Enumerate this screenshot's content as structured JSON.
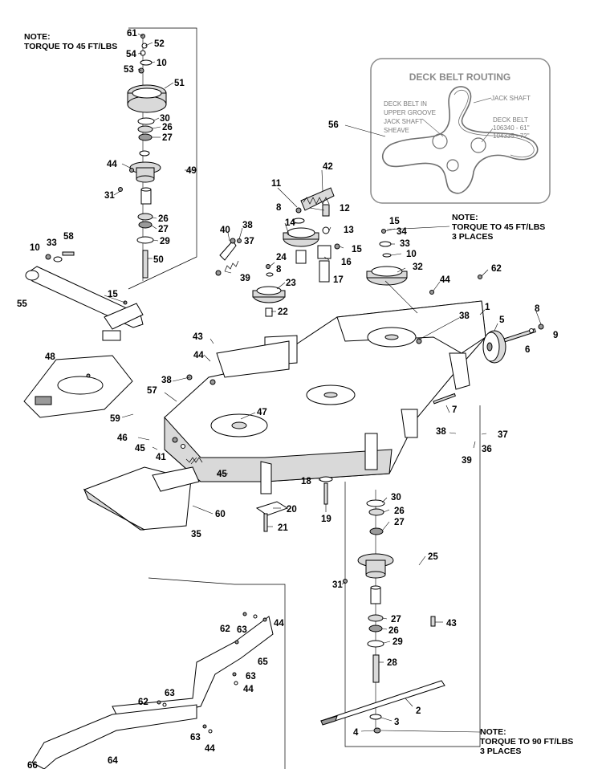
{
  "notes": {
    "top_left": "NOTE:\nTORQUE TO 45 FT/LBS",
    "middle_right": "NOTE:\nTORQUE TO 45 FT/LBS\n3 PLACES",
    "bottom_right": "NOTE:\nTORQUE TO 90 FT/LBS\n3 PLACES"
  },
  "inset": {
    "title": "DECK BELT ROUTING",
    "upper_groove_text": "DECK BELT IN\nUPPER GROOVE\nJACK SHAFT\nSHEAVE",
    "jack_shaft_label": "JACK SHAFT",
    "deck_belt_label": "DECK BELT\n106340 - 61\"\n104335 - 72\""
  },
  "callouts": {
    "c61": "61",
    "c52": "52",
    "c54": "54",
    "c10a": "10",
    "c53": "53",
    "c51": "51",
    "c30a": "30",
    "c26a": "26",
    "c27a": "27",
    "c44a": "44",
    "c49": "49",
    "c31a": "31",
    "c26b": "26",
    "c27b": "27",
    "c29a": "29",
    "c50": "50",
    "c10b": "10",
    "c33a": "33",
    "c58": "58",
    "c55": "55",
    "c15a": "15",
    "c56": "56",
    "c11": "11",
    "c42": "42",
    "c8a": "8",
    "c12": "12",
    "c14": "14",
    "c13": "13",
    "c15b": "15",
    "c34": "34",
    "c33b": "33",
    "c10c": "10",
    "c15c": "15",
    "c16": "16",
    "c17": "17",
    "c32": "32",
    "c62a": "62",
    "c44b": "44",
    "c40": "40",
    "c38a": "38",
    "c37a": "37",
    "c39a": "39",
    "c24": "24",
    "c8b": "8",
    "c23": "23",
    "c22": "22",
    "c1": "1",
    "c38b": "38",
    "c5": "5",
    "c8c": "8",
    "c9": "9",
    "c6": "6",
    "c43a": "43",
    "c44c": "44",
    "c48": "48",
    "c38c": "38",
    "c57": "57",
    "c59": "59",
    "c47": "47",
    "c46": "46",
    "c45a": "45",
    "c41": "41",
    "c45b": "45",
    "c60": "60",
    "c35": "35",
    "c7": "7",
    "c38d": "38",
    "c37b": "37",
    "c36": "36",
    "c39b": "39",
    "c18": "18",
    "c19": "19",
    "c20": "20",
    "c21": "21",
    "c30b": "30",
    "c26c": "26",
    "c27c": "27",
    "c25": "25",
    "c31b": "31",
    "c43b": "43",
    "c27d": "27",
    "c26d": "26",
    "c29b": "29",
    "c28": "28",
    "c2": "2",
    "c3": "3",
    "c4": "4",
    "c62b": "62",
    "c63a": "63",
    "c44d": "44",
    "c65": "65",
    "c63b": "63",
    "c44e": "44",
    "c62c": "62",
    "c63c": "63",
    "c63d": "63",
    "c44f": "44",
    "c64": "64",
    "c66": "66"
  }
}
